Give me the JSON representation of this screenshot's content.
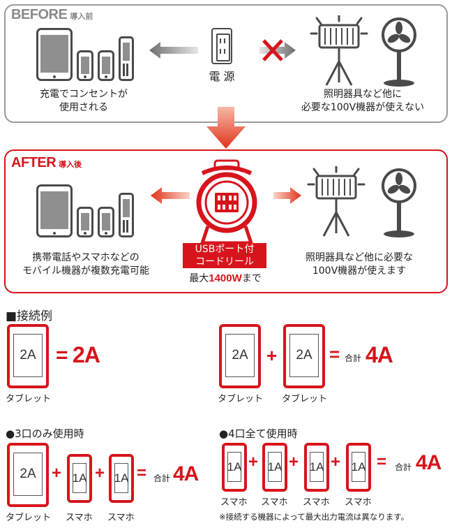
{
  "before": {
    "title": "BEFORE",
    "title_sub": "導入前",
    "devices_caption_1": "充電でコンセントが",
    "devices_caption_2": "使用される",
    "outlet_label": "電 源",
    "equipment_caption_1": "照明器具など他に",
    "equipment_caption_2": "必要な100V機器が使えない"
  },
  "after": {
    "title": "AFTER",
    "title_sub": "導入後",
    "devices_caption_1": "携帯電話やスマホなどの",
    "devices_caption_2": "モバイル機器が複数充電可能",
    "product_line_1": "USBポート付",
    "product_line_2": "コードリール",
    "product_max_prefix": "最大",
    "product_max_value": "1400W",
    "product_max_suffix": "まで",
    "equipment_caption_1": "照明器具など他に必要な",
    "equipment_caption_2": "100V機器が使えます"
  },
  "examples": {
    "heading": "■接続例",
    "ex1": {
      "device_value": "2A",
      "equals": "=",
      "result": "2A",
      "device_label": "タブレット"
    },
    "ex2": {
      "device1_value": "2A",
      "device2_value": "2A",
      "plus": "+",
      "equals": "=",
      "total_label": "合計",
      "result": "4A",
      "device_label": "タブレット"
    },
    "ex3": {
      "heading": "●3口のみ使用時",
      "tablet_value": "2A",
      "phone_value": "1A",
      "plus": "+",
      "equals": "=",
      "total_label": "合計",
      "result": "4A",
      "tablet_label": "タブレット",
      "phone_label": "スマホ"
    },
    "ex4": {
      "heading": "●4口全て使用時",
      "phone_value": "1A",
      "plus": "+",
      "equals": "=",
      "total_label": "合計",
      "result": "4A",
      "phone_label": "スマホ"
    },
    "note": "※接続する機器によって最大出力電流は異なります。"
  },
  "colors": {
    "accent": "#d7141c",
    "gray_border": "#9a9a9a",
    "icon_gray": "#4a4a4a"
  }
}
